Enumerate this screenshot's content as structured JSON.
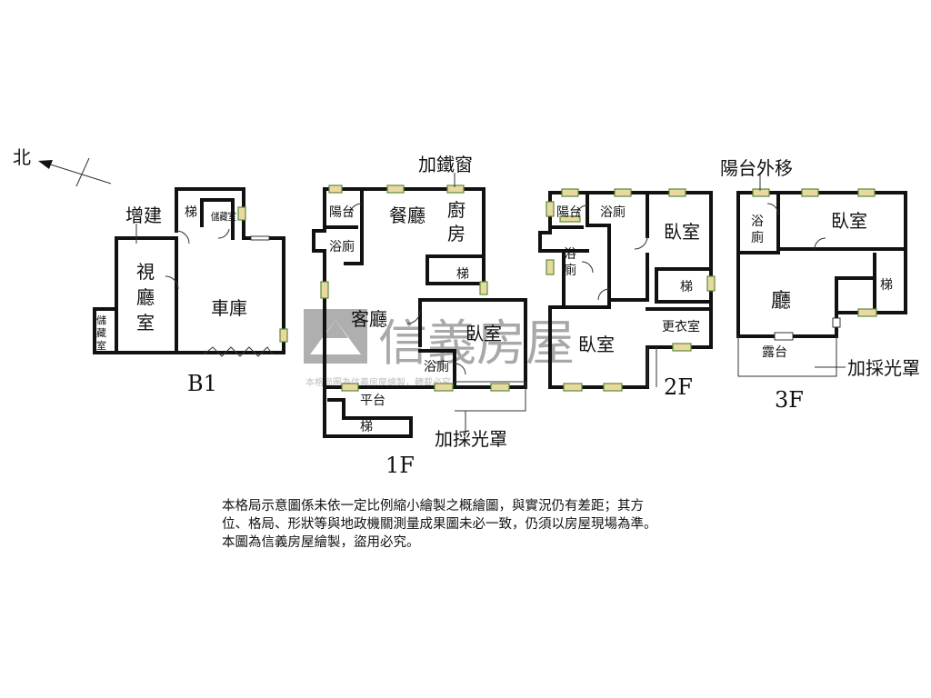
{
  "compass": {
    "label": "北"
  },
  "floors": {
    "b1": {
      "label": "B1",
      "rooms": {
        "addition": "增建",
        "av_room": "視廳室",
        "stair": "梯",
        "storage_upper": "儲藏室",
        "storage_lower": "儲藏室",
        "garage": "車庫"
      }
    },
    "f1": {
      "label": "1F",
      "rooms": {
        "iron_window": "加鐵窗",
        "balcony": "陽台",
        "dining": "餐廳",
        "kitchen": "廚房",
        "bath_upper": "浴廁",
        "stair_upper": "梯",
        "living": "客廳",
        "bedroom": "臥室",
        "bath_lower": "浴廁",
        "terrace": "平台",
        "stair_lower": "梯",
        "skylight": "加採光罩"
      }
    },
    "f2": {
      "label": "2F",
      "rooms": {
        "balcony": "陽台",
        "bath_top": "浴廁",
        "bath_left": "浴廁",
        "bedroom_right": "臥室",
        "stair": "梯",
        "closet": "更衣室",
        "bedroom_main": "臥室"
      }
    },
    "f3": {
      "label": "3F",
      "rooms": {
        "balcony_moved": "陽台外移",
        "bath": "浴廁",
        "bedroom": "臥室",
        "hall": "廳",
        "stair": "梯",
        "terrace": "露台",
        "skylight": "加採光罩"
      }
    }
  },
  "watermark": {
    "brand": "信義房屋",
    "subtext": "本格局圖為信義房屋繪製，轉載必究"
  },
  "disclaimer": [
    "本格局示意圖係未依一定比例縮小繪製之概繪圖，與實況仍有差距；其方",
    "位、格局、形狀等與地政機關測量成果圖未必一致，仍須以房屋現場為準。",
    "本圖為信義房屋繪製，盜用必究。"
  ]
}
